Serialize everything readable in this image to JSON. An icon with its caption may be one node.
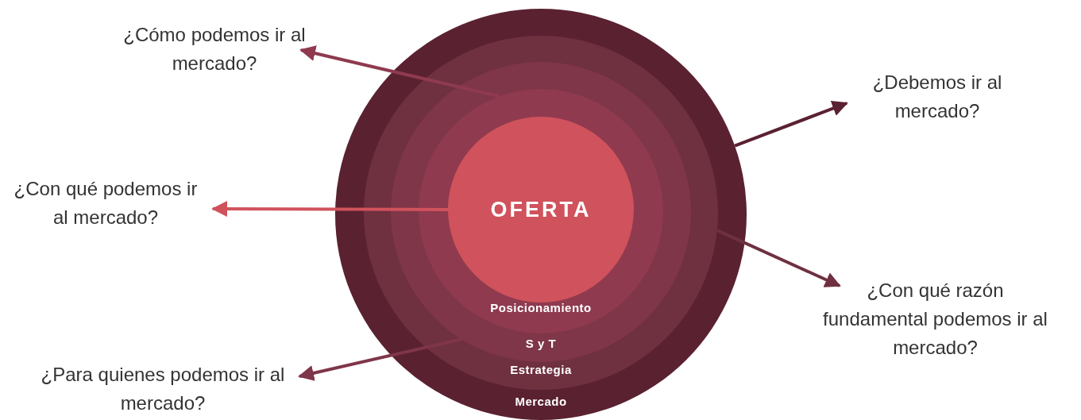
{
  "diagram": {
    "nodes": [
      {
        "text": [
          "Mercado"
        ]
      },
      {
        "text": [
          "Estrategia"
        ],
        "in": 0
      },
      {
        "text": [
          "S y T"
        ],
        "in": 1
      },
      {
        "text": [
          "Posicionamiento"
        ],
        "in": 2
      },
      {
        "text": [
          "OFERTA"
        ],
        "in": 3
      },
      {
        "text": [
          "¿Cómo podemos ir al mercado?"
        ]
      },
      {
        "text": [
          "¿Debemos ir al mercado?"
        ]
      },
      {
        "text": [
          "¿Con qué podemos ir al mercado?"
        ]
      },
      {
        "text": [
          "¿Con qué razón fundamental podemos ir al mercado?"
        ]
      },
      {
        "text": [
          "¿Para quienes podemos ir al mercado?"
        ]
      }
    ],
    "edges": [
      {
        "from": 3,
        "to": 5,
        "arrow": "to",
        "color": "#8f3a4f"
      },
      {
        "from": 0,
        "to": 6,
        "arrow": "to",
        "color": "#5a2131"
      },
      {
        "from": 4,
        "to": 7,
        "arrow": "to",
        "color": "#d0525c"
      },
      {
        "from": 1,
        "to": 8,
        "arrow": "to",
        "color": "#6f3040"
      },
      {
        "from": 2,
        "to": 9,
        "arrow": "to",
        "color": "#7f3648"
      }
    ]
  }
}
